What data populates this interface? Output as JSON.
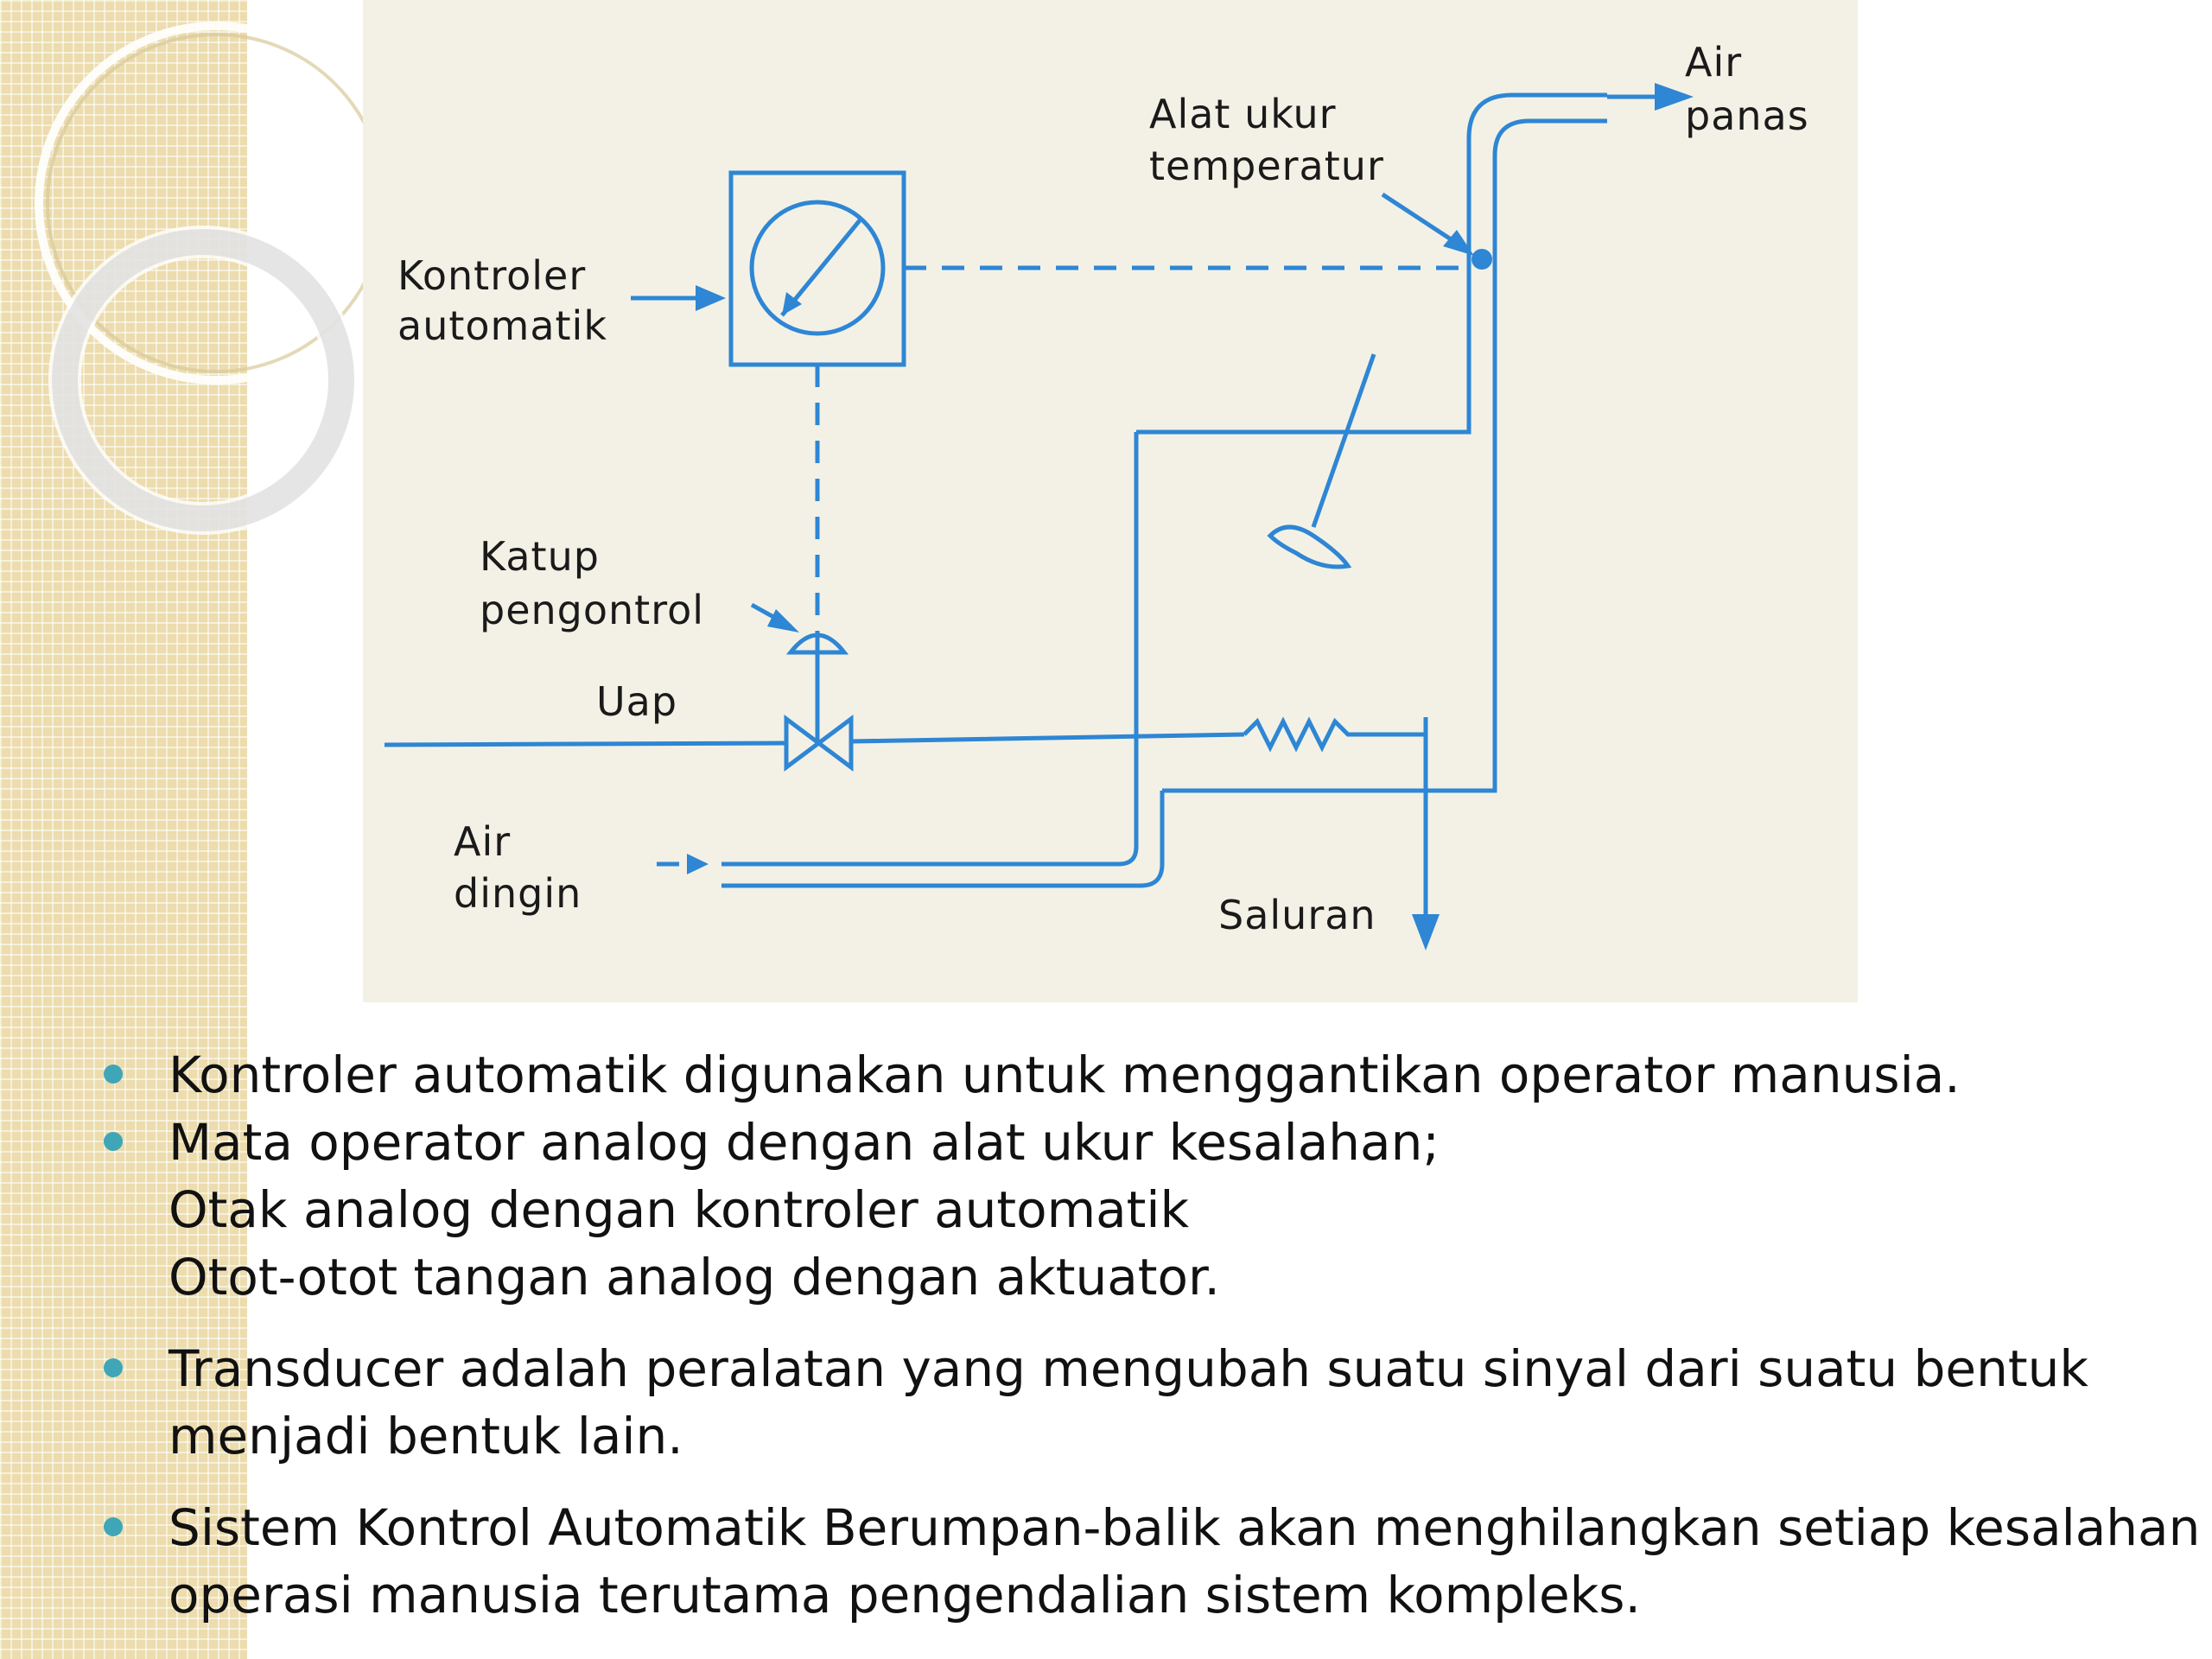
{
  "diagram": {
    "labels": {
      "air_panas_1": "Air",
      "air_panas_2": "panas",
      "alat_ukur_1": "Alat ukur",
      "alat_ukur_2": "temperatur",
      "kontroler_1": "Kontroler",
      "kontroler_2": "automatik",
      "katup_1": "Katup",
      "katup_2": "pengontrol",
      "uap": "Uap",
      "air_dingin_1": "Air",
      "air_dingin_2": "dingin",
      "saluran": "Saluran"
    },
    "line_color": "#2e86d4"
  },
  "bullets": [
    {
      "lines": [
        "Kontroler automatik digunakan untuk menggantikan operator manusia."
      ]
    },
    {
      "lines": [
        "Mata operator analog dengan alat ukur kesalahan;",
        "Otak analog dengan kontroler automatik",
        "Otot-otot tangan analog dengan aktuator."
      ]
    },
    {
      "lines": [
        "Transducer adalah peralatan yang mengubah suatu sinyal dari suatu bentuk",
        "menjadi bentuk lain."
      ]
    },
    {
      "lines": [
        "Sistem Kontrol Automatik Berumpan-balik akan menghilangkan setiap kesalahan",
        "operasi manusia terutama pengendalian sistem kompleks."
      ]
    }
  ],
  "colors": {
    "bullet_dot": "#3fa6b8",
    "stripe": "#ecdcae"
  }
}
